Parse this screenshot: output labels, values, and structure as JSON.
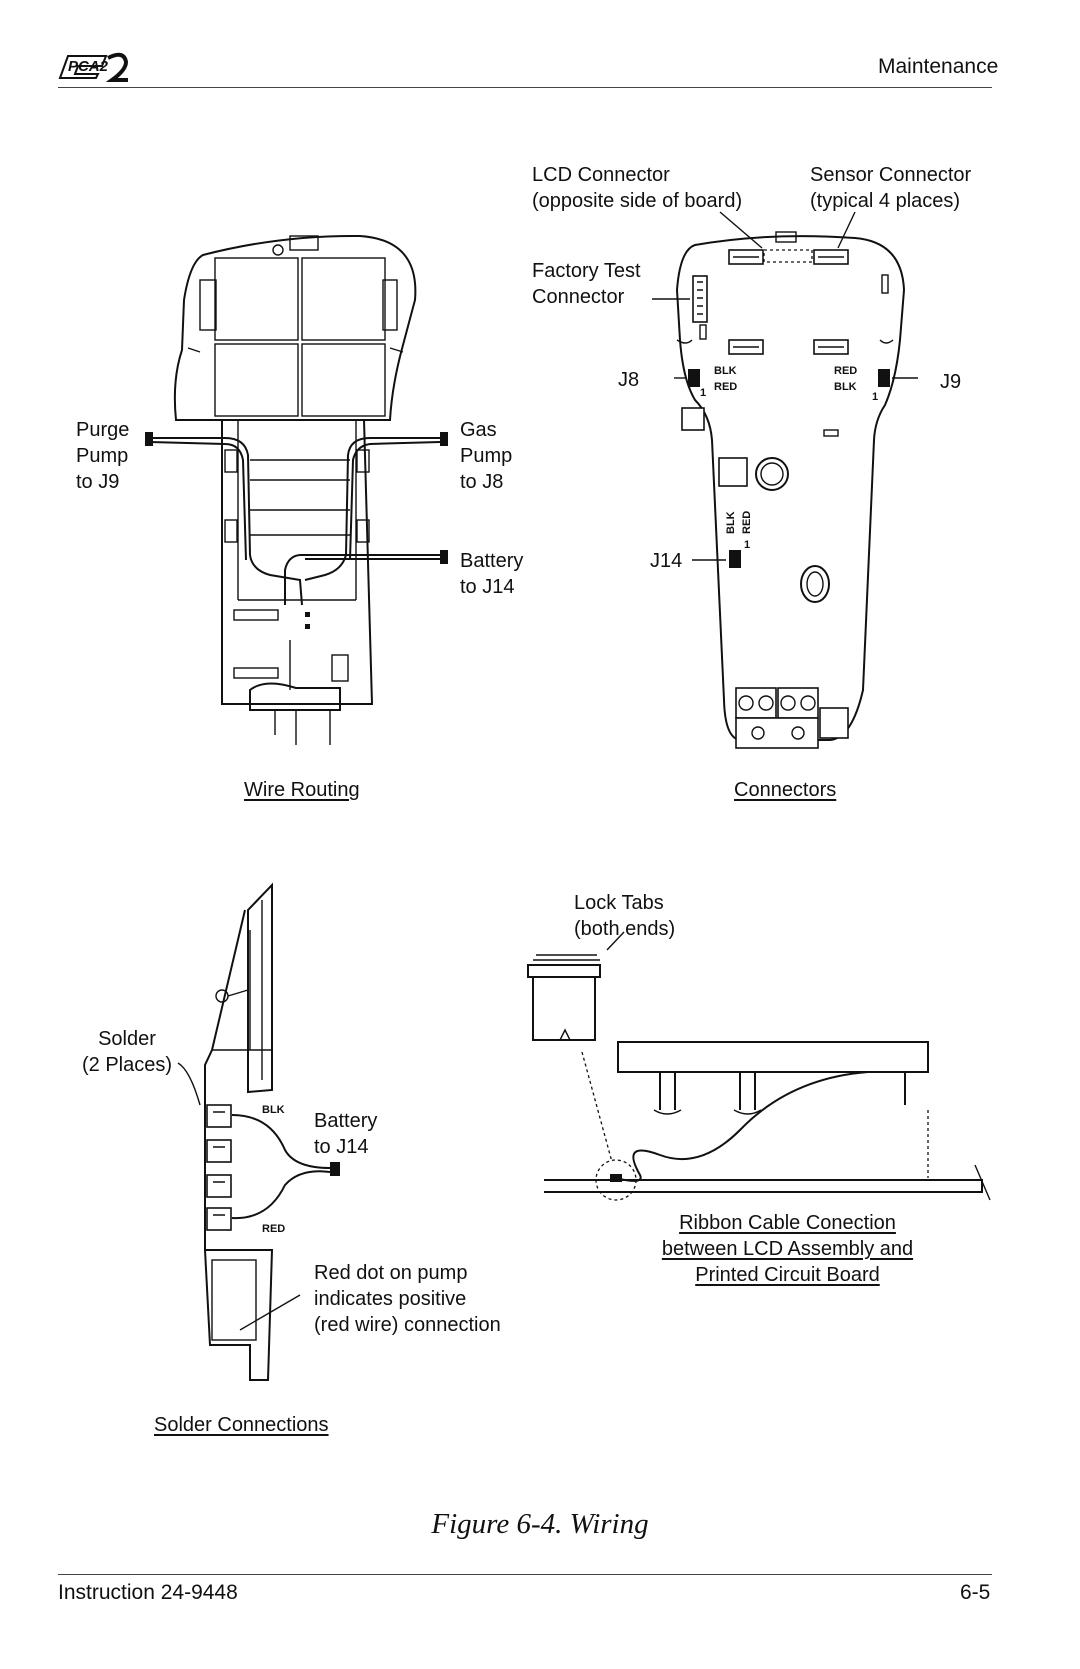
{
  "header": {
    "logo_text": "PCA2",
    "section": "Maintenance"
  },
  "wire_routing": {
    "purge_label": "Purge\nPump\nto J9",
    "gas_label": "Gas\nPump\nto J8",
    "battery_label": "Battery\nto J14",
    "caption": "Wire Routing"
  },
  "connectors": {
    "lcd_label": "LCD Connector\n(opposite side of board)",
    "sensor_label": "Sensor Connector\n(typical 4 places)",
    "factory_label": "Factory Test\nConnector",
    "j8": "J8",
    "j9": "J9",
    "j14": "J14",
    "caption": "Connectors",
    "board_tags": {
      "blk_left": "BLK",
      "red_left": "RED",
      "red_right": "RED",
      "blk_right": "BLK",
      "blk_j14": "BLK",
      "red_j14": "RED",
      "pin1": "1"
    }
  },
  "solder": {
    "solder_label": "Solder\n(2 Places)",
    "battery_label": "Battery\nto J14",
    "red_dot_label": "Red dot on pump\nindicates positive\n(red wire) connection",
    "blk_tag": "BLK",
    "red_tag": "RED",
    "caption": "Solder Connections"
  },
  "ribbon": {
    "lock_label": "Lock Tabs\n(both ends)",
    "caption": "Ribbon Cable Conection\nbetween LCD Assembly and\nPrinted Circuit Board"
  },
  "figure_caption": "Figure 6-4. Wiring",
  "footer": {
    "instruction": "Instruction 24-9448",
    "page": "6-5"
  }
}
